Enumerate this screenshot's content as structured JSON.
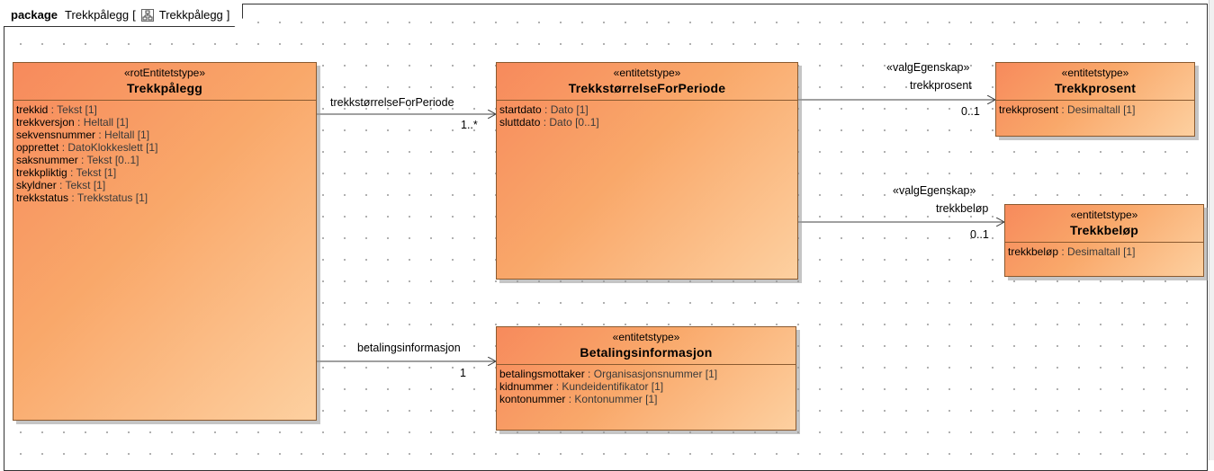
{
  "package": {
    "keyword": "package",
    "name": "Trekkpålegg",
    "open_bracket": "[",
    "diagram_name": "Trekkpålegg",
    "close_bracket": "]",
    "icon": "class-diagram-icon"
  },
  "classes": {
    "trekkpalegg": {
      "stereotype": "«rotEntitetstype»",
      "name": "Trekkpålegg",
      "attributes": [
        {
          "name": "trekkid",
          "sep": " : ",
          "type": "Tekst [1]"
        },
        {
          "name": "trekkversjon",
          "sep": " : ",
          "type": "Heltall [1]"
        },
        {
          "name": "sekvensnummer",
          "sep": " : ",
          "type": "Heltall [1]"
        },
        {
          "name": "opprettet",
          "sep": " : ",
          "type": "DatoKlokkeslett [1]"
        },
        {
          "name": "saksnummer",
          "sep": " : ",
          "type": "Tekst [0..1]"
        },
        {
          "name": "trekkpliktig",
          "sep": " : ",
          "type": "Tekst [1]"
        },
        {
          "name": "skyldner",
          "sep": " : ",
          "type": "Tekst [1]"
        },
        {
          "name": "trekkstatus",
          "sep": " : ",
          "type": "Trekkstatus [1]"
        }
      ]
    },
    "trekkstorrelse": {
      "stereotype": "«entitetstype»",
      "name": "TrekkstørrelseForPeriode",
      "attributes": [
        {
          "name": "startdato",
          "sep": " : ",
          "type": "Dato [1]"
        },
        {
          "name": "sluttdato",
          "sep": " : ",
          "type": "Dato [0..1]"
        }
      ]
    },
    "trekkprosent": {
      "stereotype": "«entitetstype»",
      "name": "Trekkprosent",
      "attributes": [
        {
          "name": "trekkprosent",
          "sep": " : ",
          "type": "Desimaltall [1]"
        }
      ]
    },
    "trekkbelop": {
      "stereotype": "«entitetstype»",
      "name": "Trekkbeløp",
      "attributes": [
        {
          "name": "trekkbeløp",
          "sep": " : ",
          "type": "Desimaltall [1]"
        }
      ]
    },
    "betalingsinformasjon": {
      "stereotype": "«entitetstype»",
      "name": "Betalingsinformasjon",
      "attributes": [
        {
          "name": "betalingsmottaker",
          "sep": " : ",
          "type": "Organisasjonsnummer [1]"
        },
        {
          "name": "kidnummer",
          "sep": " : ",
          "type": "Kundeidentifikator [1]"
        },
        {
          "name": "kontonummer",
          "sep": " : ",
          "type": "Kontonummer [1]"
        }
      ]
    }
  },
  "associations": {
    "trekkstorrelse": {
      "role": "trekkstørrelseForPeriode",
      "multiplicity": "1..*"
    },
    "trekkprosent": {
      "stereotype": "«valgEgenskap»",
      "role": "trekkprosent",
      "multiplicity": "0..1"
    },
    "trekkbelop": {
      "stereotype": "«valgEgenskap»",
      "role": "trekkbeløp",
      "multiplicity": "0..1"
    },
    "betalingsinformasjon": {
      "role": "betalingsinformasjon",
      "multiplicity": "1"
    }
  },
  "colors": {
    "class_fill_start": "#f78a5c",
    "class_fill_end": "#fdd0a0",
    "class_border": "#8a5a30",
    "line": "#404040"
  }
}
